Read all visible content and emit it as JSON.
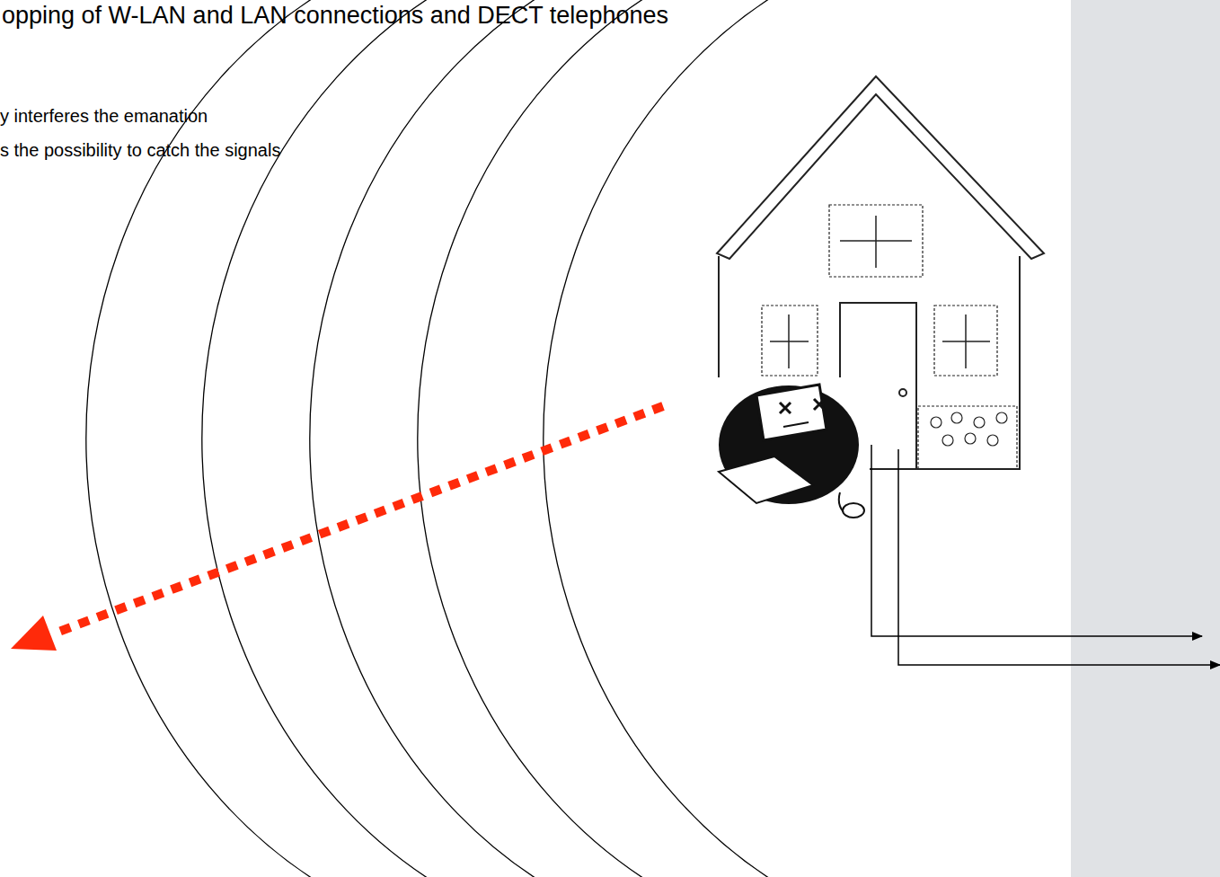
{
  "diagram": {
    "title": "opping of W-LAN and LAN connections and DECT telephones",
    "labels": [
      "y interferes the emanation",
      "s the possibility to catch the signals"
    ]
  }
}
